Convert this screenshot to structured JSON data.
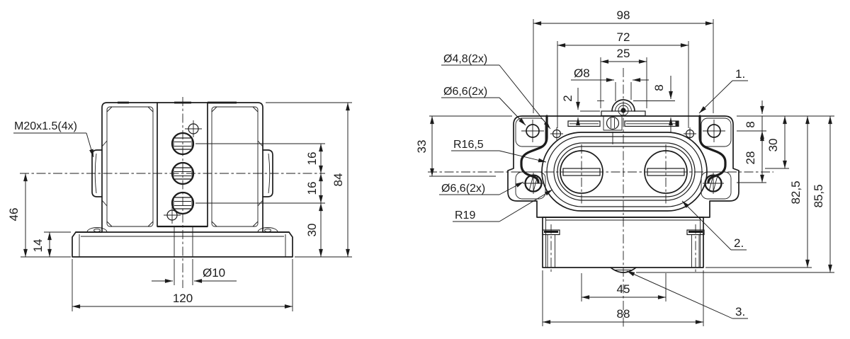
{
  "meta": {
    "background": "#ffffff",
    "line_color": "#1c1c1c"
  },
  "front_view": {
    "thread_label": "M20x1.5(4x)",
    "dim_46": "46",
    "dim_14": "14",
    "dim_120": "120",
    "dim_hole": "Ø10",
    "dim_16a": "16",
    "dim_16b": "16",
    "dim_30": "30",
    "dim_84": "84"
  },
  "top_view": {
    "dim_98": "98",
    "dim_72": "72",
    "dim_25": "25",
    "dim_dia8": "Ø8",
    "dim_2": "2",
    "dim_8_height": "8",
    "label_dia48": "Ø4,8(2x)",
    "label_dia66_top": "Ø6,6(2x)",
    "dim_33": "33",
    "label_r165": "R16,5",
    "label_dia66_bottom": "Ø6,6(2x)",
    "label_r19": "R19",
    "note_1": "1.",
    "note_2": "2.",
    "note_3": "3.",
    "dim_8_right": "8",
    "dim_28": "28",
    "dim_30": "30",
    "dim_82_5": "82,5",
    "dim_85_5": "85,5",
    "dim_45": "45",
    "dim_88": "88"
  }
}
